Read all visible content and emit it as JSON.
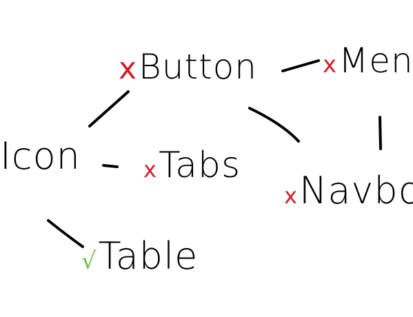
{
  "nodes": {
    "button": {
      "mark": "x",
      "label": "Button"
    },
    "menu": {
      "mark": "x",
      "label": "Men"
    },
    "icon": {
      "mark": "",
      "label": "Icon"
    },
    "tabs": {
      "mark": "x",
      "label": "Tabs"
    },
    "navbar": {
      "mark": "x",
      "label": "Navbo"
    },
    "table": {
      "mark": "√",
      "label": "Table"
    }
  },
  "connections": [
    {
      "from": "button",
      "to": "menu"
    },
    {
      "from": "button",
      "to": "icon"
    },
    {
      "from": "button",
      "to": "navbar"
    },
    {
      "from": "menu",
      "to": "navbar"
    },
    {
      "from": "icon",
      "to": "tabs"
    },
    {
      "from": "icon",
      "to": "table"
    }
  ],
  "colors": {
    "cross_mark": "#d0202a",
    "check_mark": "#6cc24a",
    "ink": "#000000",
    "background": "#ffffff"
  }
}
